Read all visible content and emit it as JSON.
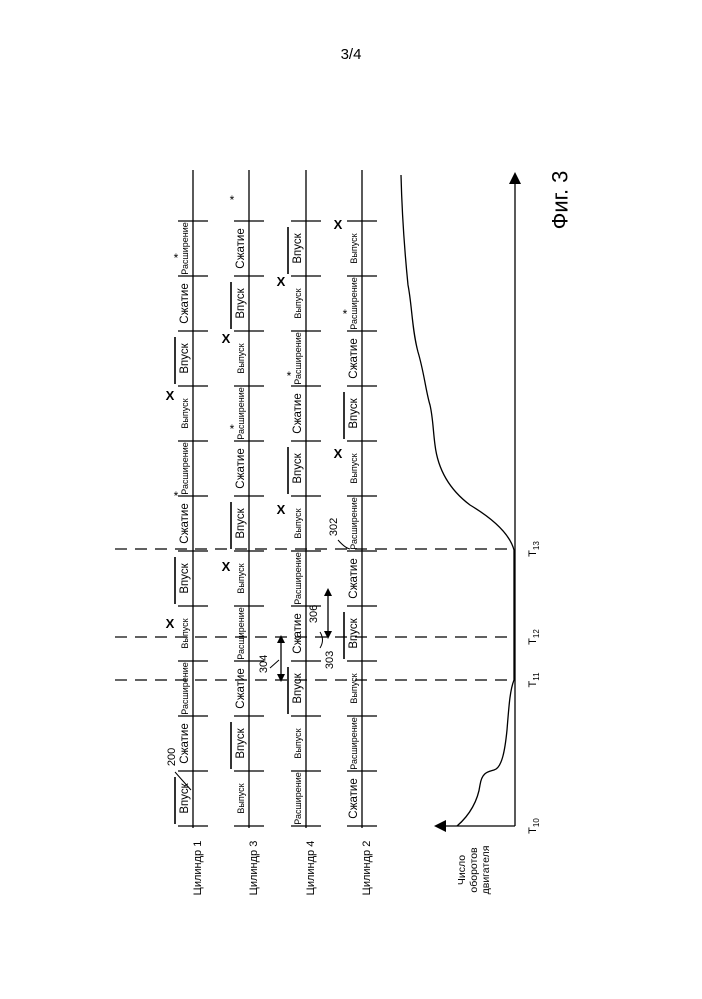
{
  "page": {
    "number": "3/4"
  },
  "figure": {
    "caption": "Фиг. 3",
    "ref_200": "200",
    "ref_302": "302",
    "ref_303": "303",
    "ref_304": "304",
    "ref_306": "306",
    "cylinders": [
      "Цилиндр 1",
      "Цилиндр 3",
      "Цилиндр 4",
      "Цилиндр 2"
    ],
    "strokes": {
      "intake": "Впуск",
      "compression": "Сжатие",
      "expansion": "Расширение",
      "exhaust": "Выпуск"
    },
    "sequences": [
      [
        "intake",
        "compression",
        "expansion",
        "exhaust",
        "intake",
        "compression",
        "expansion",
        "exhaust",
        "intake",
        "compression",
        "expansion"
      ],
      [
        "exhaust",
        "intake",
        "compression",
        "expansion",
        "exhaust",
        "intake",
        "compression",
        "expansion",
        "exhaust",
        "intake",
        "compression"
      ],
      [
        "expansion",
        "exhaust",
        "intake",
        "compression",
        "expansion",
        "exhaust",
        "intake",
        "compression",
        "expansion",
        "exhaust",
        "intake"
      ],
      [
        "compression",
        "expansion",
        "exhaust",
        "intake",
        "compression",
        "expansion",
        "exhaust",
        "intake",
        "compression",
        "expansion",
        "exhaust"
      ]
    ],
    "speed_axis_label": [
      "Число",
      "оборотов",
      "двигателя"
    ],
    "time_markers": [
      {
        "main": "T",
        "sub": "10"
      },
      {
        "main": "T",
        "sub": "11"
      },
      {
        "main": "T",
        "sub": "12"
      },
      {
        "main": "T",
        "sub": "13"
      }
    ],
    "deactivation_mark": "X",
    "fire_mark": "*"
  }
}
